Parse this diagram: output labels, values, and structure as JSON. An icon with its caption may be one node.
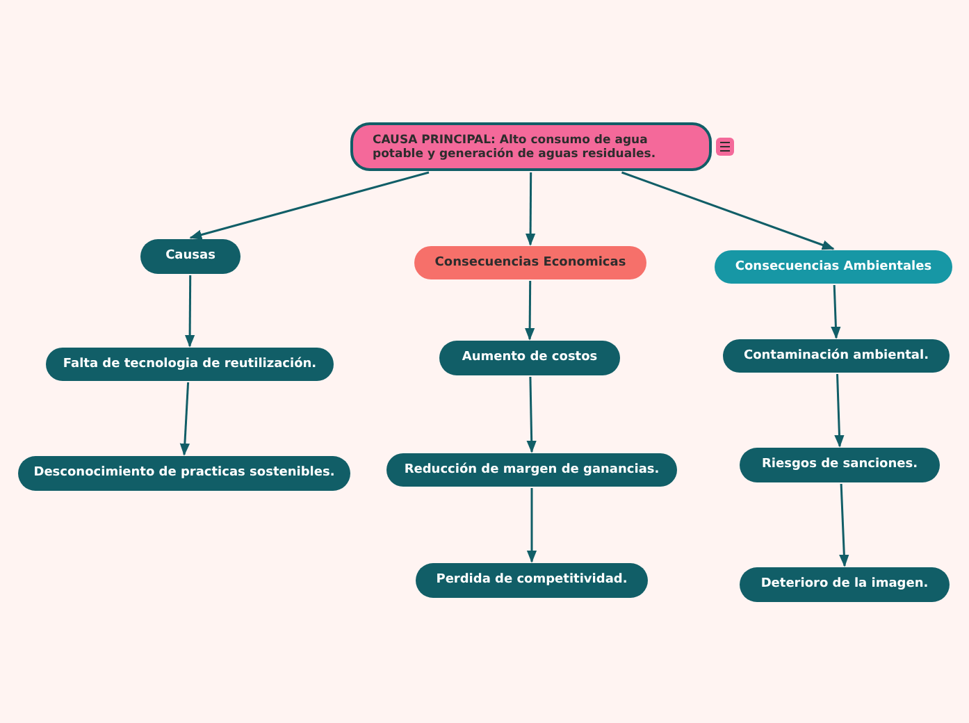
{
  "diagram": {
    "nodes": [
      {
        "text": [
          "CAUSA PRINCIPAL: Alto consumo de agua potable y generación de aguas residuales."
        ]
      },
      {
        "text": [
          "Causas"
        ]
      },
      {
        "text": [
          "Consecuencias Economicas"
        ]
      },
      {
        "text": [
          "Consecuencias Ambientales"
        ]
      },
      {
        "text": [
          "Falta de tecnologia de reutilización."
        ]
      },
      {
        "text": [
          "Desconocimiento de practicas sostenibles."
        ]
      },
      {
        "text": [
          "Aumento de costos"
        ]
      },
      {
        "text": [
          "Reducción de margen de ganancias."
        ]
      },
      {
        "text": [
          "Perdida de competitividad."
        ]
      },
      {
        "text": [
          "Contaminación ambiental."
        ]
      },
      {
        "text": [
          "Riesgos de sanciones."
        ]
      },
      {
        "text": [
          "Deterioro de la imagen."
        ]
      }
    ],
    "edges": [
      {
        "from": 0,
        "to": 1,
        "arrow": "to"
      },
      {
        "from": 0,
        "to": 2,
        "arrow": "to"
      },
      {
        "from": 0,
        "to": 3,
        "arrow": "to"
      },
      {
        "from": 1,
        "to": 4,
        "arrow": "to"
      },
      {
        "from": 4,
        "to": 5,
        "arrow": "to"
      },
      {
        "from": 2,
        "to": 6,
        "arrow": "to"
      },
      {
        "from": 6,
        "to": 7,
        "arrow": "to"
      },
      {
        "from": 7,
        "to": 8,
        "arrow": "to"
      },
      {
        "from": 3,
        "to": 9,
        "arrow": "to"
      },
      {
        "from": 9,
        "to": 10,
        "arrow": "to"
      },
      {
        "from": 10,
        "to": 11,
        "arrow": "to"
      }
    ]
  }
}
